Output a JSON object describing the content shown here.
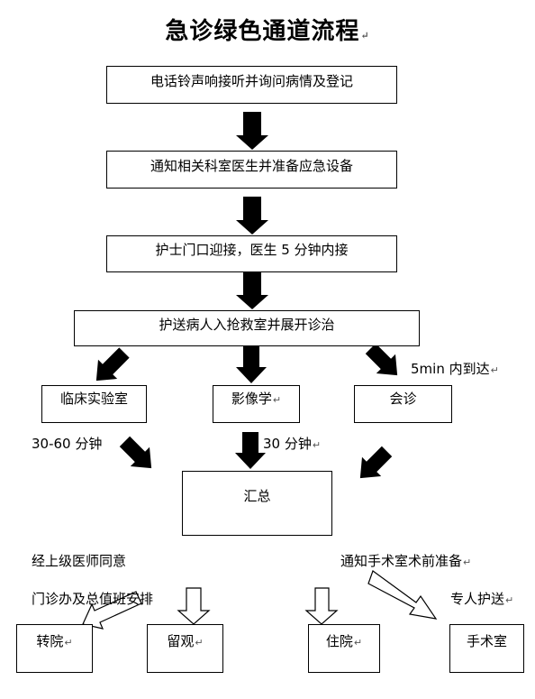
{
  "title": "急诊绿色通道流程",
  "steps": [
    "电话铃声响接听并询问病情及登记",
    "通知相关科室医生并准备应急设备",
    "护士门口迎接，医生 5 分钟内接",
    "护送病人入抢救室并展开诊治"
  ],
  "branches": [
    "临床实验室",
    "影像学",
    "会诊"
  ],
  "labels": {
    "consult_time": "5min 内到达",
    "lab_time": "30-60 分钟",
    "imaging_time": "30 分钟",
    "approval": "经上级医师同意",
    "office": "门诊办及总值班安排",
    "notify_surgery": "通知手术室术前准备",
    "escort": "专人护送"
  },
  "summary": "汇总",
  "outcomes": [
    "转院",
    "留观",
    "住院",
    "手术室"
  ],
  "paragraph_mark": "↵"
}
